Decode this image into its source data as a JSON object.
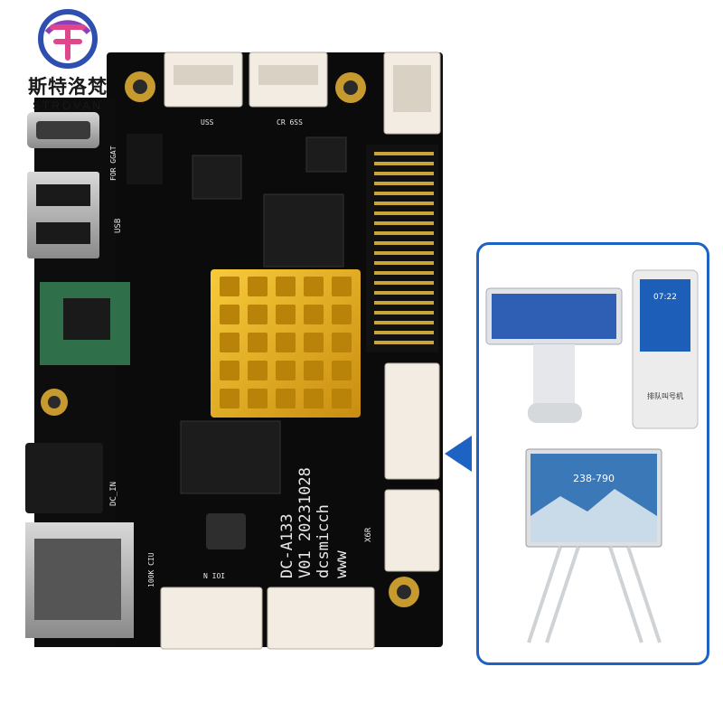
{
  "brand": {
    "name_cn": "斯特洛梵",
    "name_en": "STROVAN",
    "colors": {
      "blue": "#2f4fb0",
      "purple": "#8b3fb8",
      "pink": "#e0468a"
    }
  },
  "board": {
    "silkscreen": {
      "model": "DC-A133",
      "version": "V01 20231028",
      "website_1": "www",
      "website_2": "dcsmicch",
      "label_dc_in": "DC_IN",
      "label_usb": "USB",
      "label_uss": "USS",
      "label_for_gg": "FOR GGAT",
      "label_x6r": "X6R",
      "label_100k": "100K CIU",
      "label_n_io": "N IOI",
      "label_cr": "CR 6SS"
    },
    "heatsink_color": "#e8b21c",
    "pcb_color": "#0b0b0b"
  },
  "applications": {
    "panel_color": "#1d63c4",
    "devices": [
      {
        "name": "kiosk-terminal",
        "screen_color": "#2f5fb5"
      },
      {
        "name": "queue-machine",
        "label": "排队叫号机",
        "screen_text": "07:22",
        "screen_color": "#1d5fb8"
      },
      {
        "name": "smart-display",
        "screen_text": "238-790",
        "screen_color": "#3b78b8"
      }
    ]
  }
}
